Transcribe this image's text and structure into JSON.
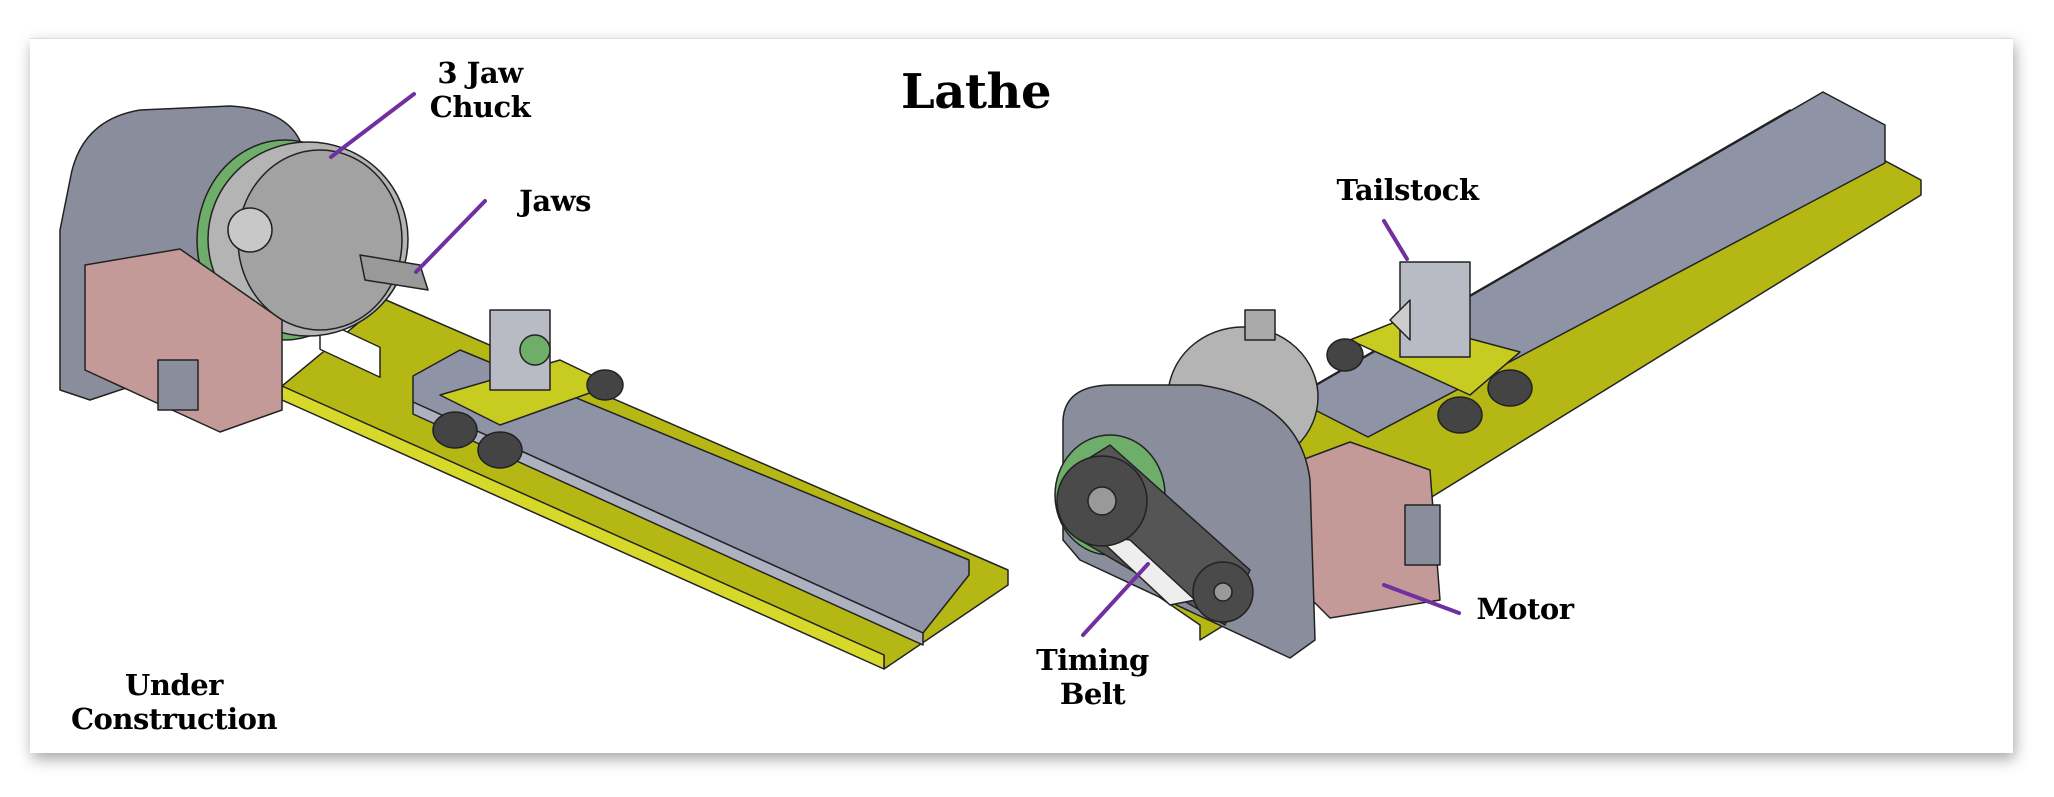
{
  "title": "Lathe",
  "labels": {
    "chuck": "3 Jaw Chuck",
    "chuck_line1": "3 Jaw",
    "chuck_line2": "Chuck",
    "jaws": "Jaws",
    "tailstock": "Tailstock",
    "motor": "Motor",
    "timing_belt_line1": "Timing",
    "timing_belt_line2": "Belt",
    "status_line1": "Under",
    "status_line2": "Construction"
  },
  "colors": {
    "leader_line": "#7030a0",
    "base_plate": "#b5b814",
    "rail": "#8e93a6",
    "housing": "#8a8e9c",
    "motor": "#c49a98",
    "chuck": "#b4b4b4"
  }
}
